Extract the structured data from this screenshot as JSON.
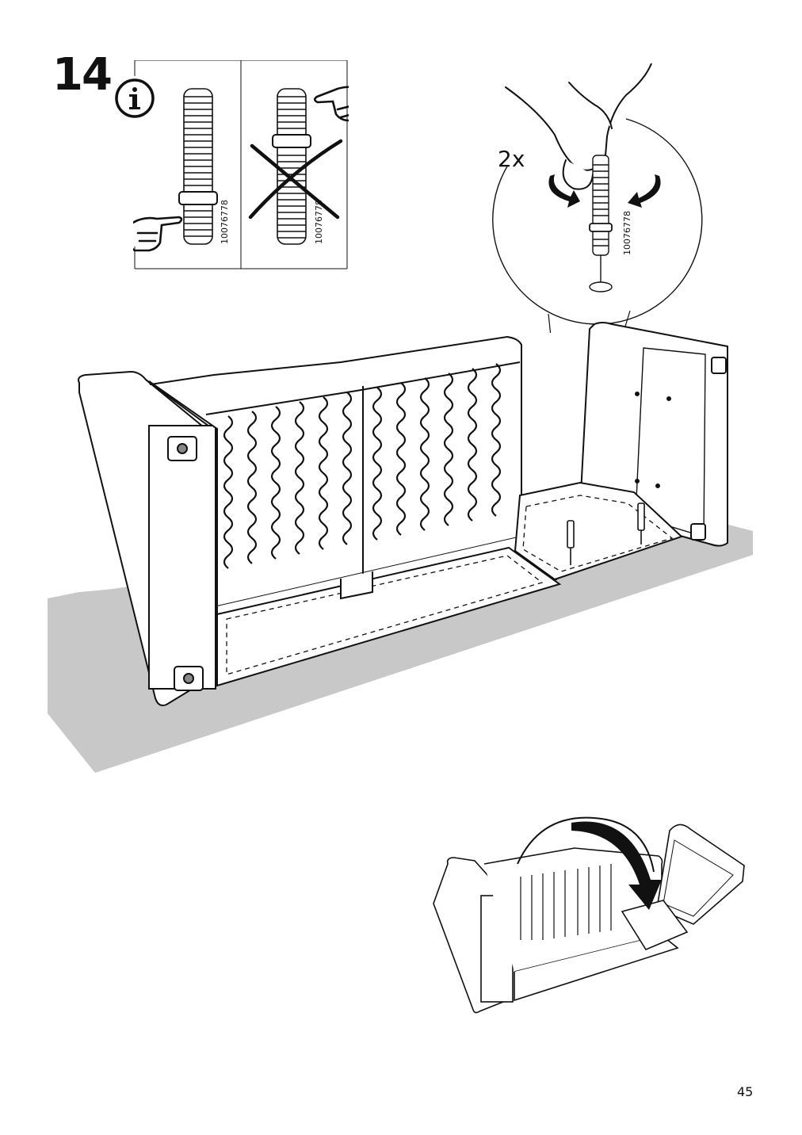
{
  "step": {
    "number": "14"
  },
  "info_panel": {
    "part_number_ok": "10076778",
    "part_number_wrong": "10076778"
  },
  "zoom_detail": {
    "quantity": "2x",
    "part_number": "10076778"
  },
  "icons": [
    "info-icon",
    "pointing-hand-icon",
    "wrong-cross-icon",
    "rotate-arrow-icon",
    "flip-arrow-icon"
  ],
  "page": {
    "number": "45"
  }
}
